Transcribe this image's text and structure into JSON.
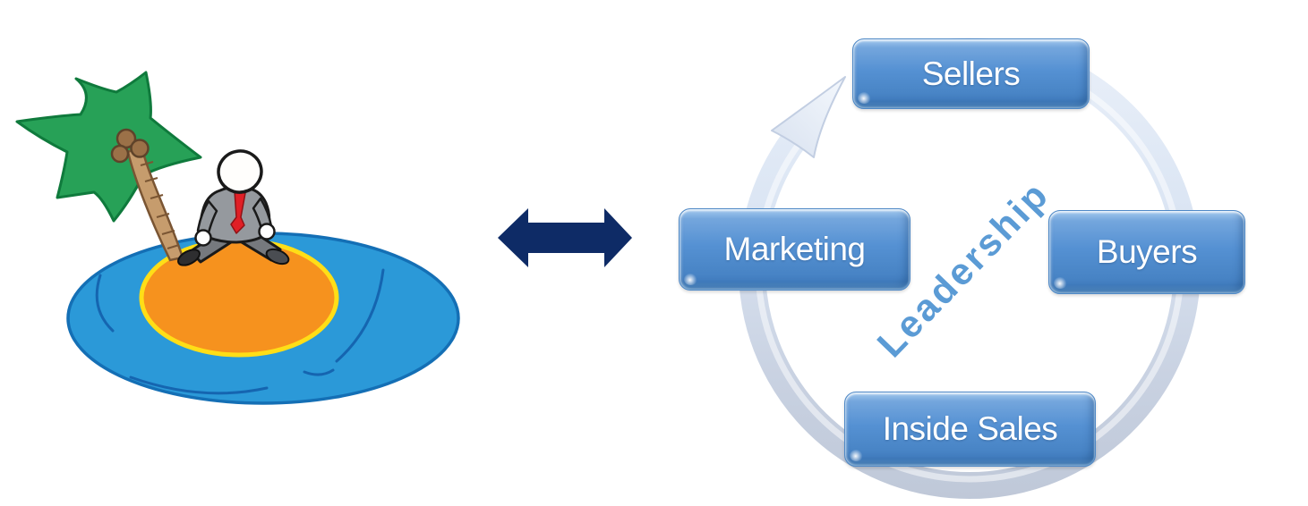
{
  "island": {
    "description": "cartoon businessman stranded on a tiny desert island with one palm tree",
    "colors": {
      "water": "#2B99D8",
      "water_outline": "#146FB5",
      "ripples": "#1565B0",
      "sand": "#F6921E",
      "sand_rim": "#FFDE17",
      "palm_leaves": "#27A157",
      "palm_leaves_outline": "#0F7A3C",
      "palm_trunk": "#C69C6D",
      "palm_trunk_outline": "#7A5533",
      "coconut": "#9B7148",
      "suit": "#95999E",
      "trousers": "#76797E",
      "tie": "#E01F26",
      "head": "#FFFEFC"
    }
  },
  "connector": {
    "type": "double-headed horizontal arrow",
    "color": "#0E2B66"
  },
  "cycle": {
    "center_label": "Leadership",
    "center_label_color": "#5B9BD5",
    "ring_color": "#D5DFEE",
    "ring_highlight": "#FFFFFF",
    "node_fill": "#5591D3",
    "node_text_color": "#FFFFFF",
    "flow_direction": "clockwise",
    "nodes": [
      {
        "id": "sellers",
        "label": "Sellers",
        "position": "top"
      },
      {
        "id": "buyers",
        "label": "Buyers",
        "position": "right"
      },
      {
        "id": "inside-sales",
        "label": "Inside Sales",
        "position": "bottom"
      },
      {
        "id": "marketing",
        "label": "Marketing",
        "position": "left"
      }
    ]
  }
}
